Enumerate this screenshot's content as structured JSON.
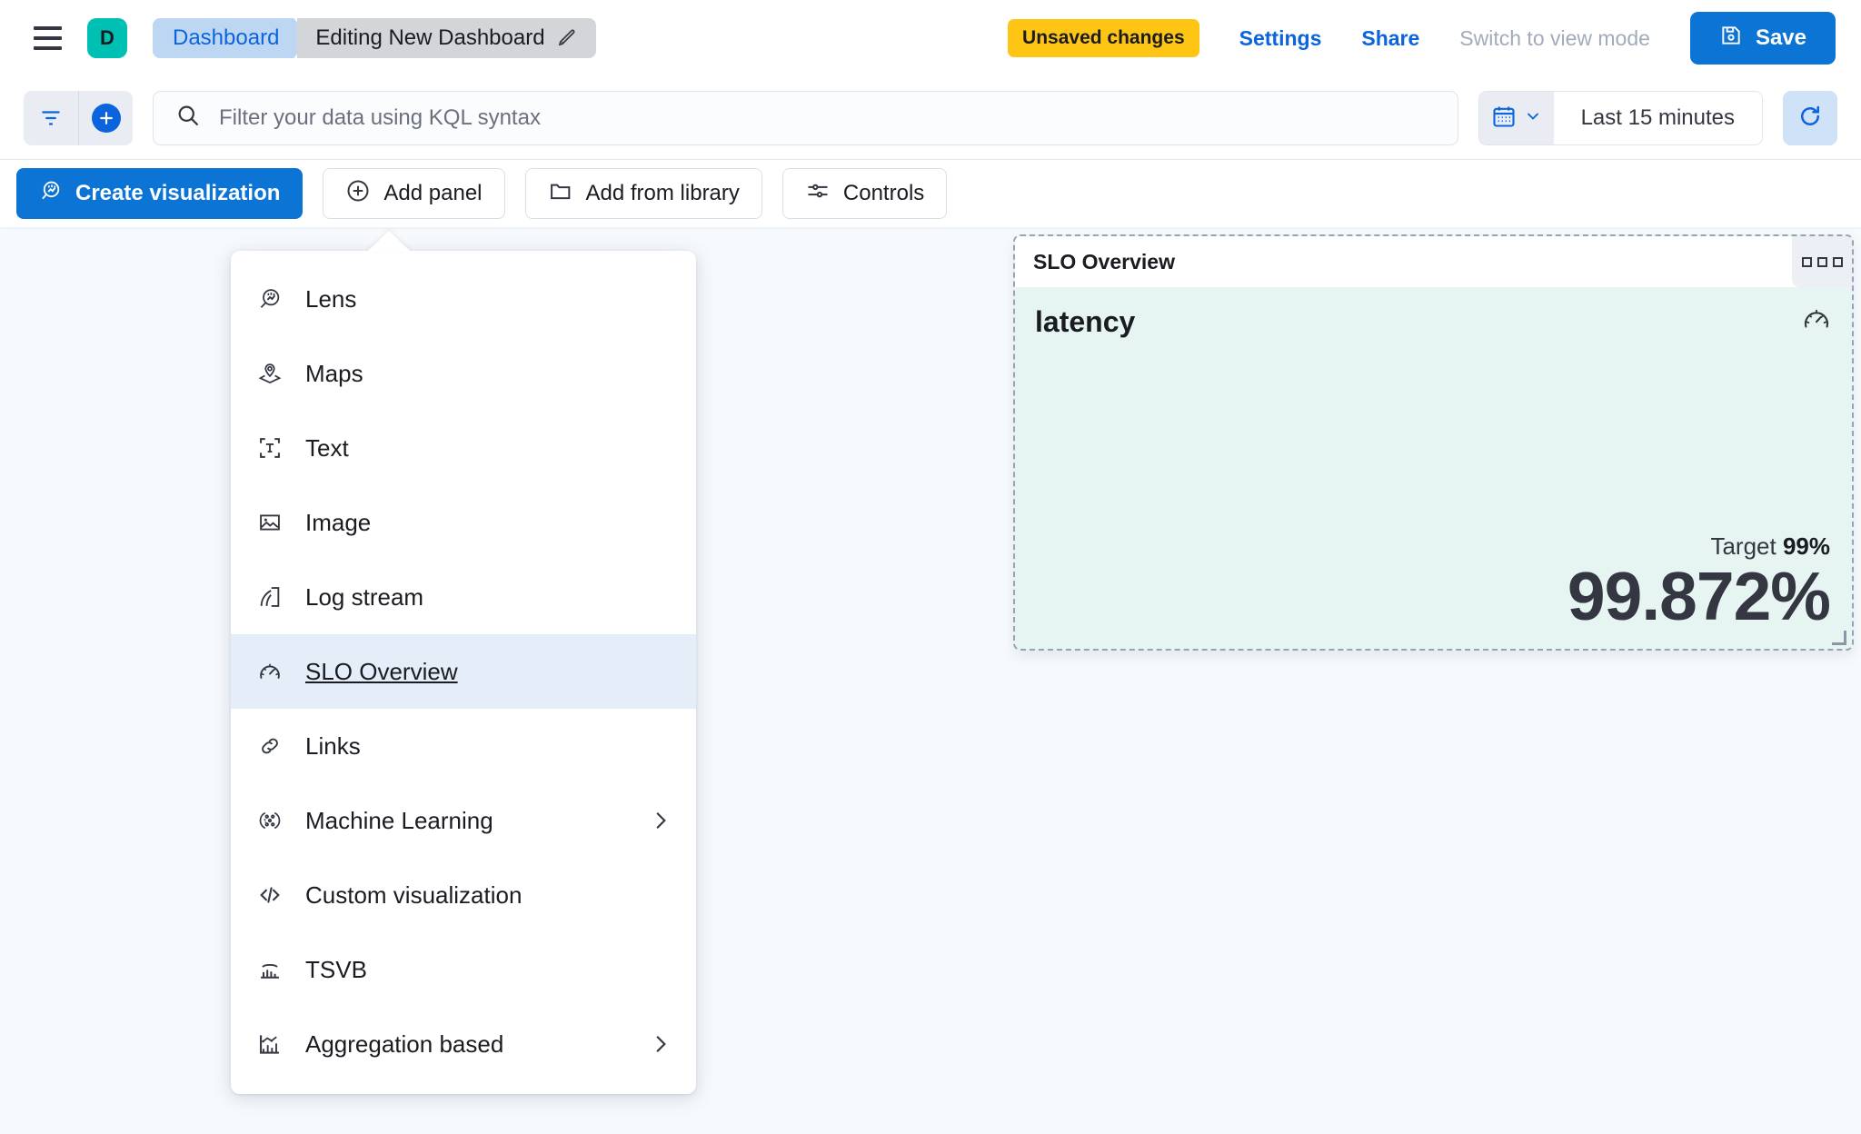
{
  "header": {
    "menu_icon": "hamburger-menu-icon",
    "avatar_initial": "D",
    "breadcrumbs": [
      {
        "label": "Dashboard",
        "icon": ""
      },
      {
        "label": "Editing New Dashboard",
        "icon": "pencil-icon"
      }
    ],
    "unsaved_badge": "Unsaved changes",
    "settings_label": "Settings",
    "share_label": "Share",
    "view_mode_label": "Switch to view mode",
    "save_label": "Save",
    "save_icon": "floppy-disk-icon",
    "accent_blue": "#0b74d4",
    "badge_yellow": "#fec514",
    "avatar_teal": "#00bfb3"
  },
  "query_bar": {
    "filter_icon": "filter-funnel-icon",
    "add_filter_icon": "plus-circle-icon",
    "search_icon": "search-icon",
    "search_placeholder": "Filter your data using KQL syntax",
    "search_value": "",
    "calendar_icon": "calendar-icon",
    "calendar_chevron": "chevron-down-icon",
    "time_range": "Last 15 minutes",
    "refresh_icon": "refresh-icon"
  },
  "toolbar": {
    "buttons": [
      {
        "label": "Create visualization",
        "icon": "lens-icon",
        "primary": true
      },
      {
        "label": "Add panel",
        "icon": "plus-circle-outline-icon",
        "primary": false
      },
      {
        "label": "Add from library",
        "icon": "folder-icon",
        "primary": false
      },
      {
        "label": "Controls",
        "icon": "controls-sliders-icon",
        "primary": false
      }
    ]
  },
  "add_panel_menu": {
    "items": [
      {
        "label": "Lens",
        "icon": "lens-icon",
        "submenu": false,
        "active": false
      },
      {
        "label": "Maps",
        "icon": "map-pin-layers-icon",
        "submenu": false,
        "active": false
      },
      {
        "label": "Text",
        "icon": "text-box-icon",
        "submenu": false,
        "active": false
      },
      {
        "label": "Image",
        "icon": "image-icon",
        "submenu": false,
        "active": false
      },
      {
        "label": "Log stream",
        "icon": "log-stream-icon",
        "submenu": false,
        "active": false
      },
      {
        "label": "SLO Overview",
        "icon": "gauge-icon",
        "submenu": false,
        "active": true
      },
      {
        "label": "Links",
        "icon": "link-chain-icon",
        "submenu": false,
        "active": false
      },
      {
        "label": "Machine Learning",
        "icon": "machine-learning-icon",
        "submenu": true,
        "active": false
      },
      {
        "label": "Custom visualization",
        "icon": "code-brackets-icon",
        "submenu": false,
        "active": false
      },
      {
        "label": "TSVB",
        "icon": "tsvb-chart-icon",
        "submenu": false,
        "active": false
      },
      {
        "label": "Aggregation based",
        "icon": "aggregation-chart-icon",
        "submenu": true,
        "active": false
      }
    ]
  },
  "slo_panel": {
    "title": "SLO Overview",
    "context_menu_icon": "panel-context-menu-icon",
    "slo_name": "latency",
    "gauge_icon": "gauge-icon",
    "target_label": "Target",
    "target_value": "99%",
    "current_value": "99.872%",
    "body_background": "#e6f5f2"
  }
}
